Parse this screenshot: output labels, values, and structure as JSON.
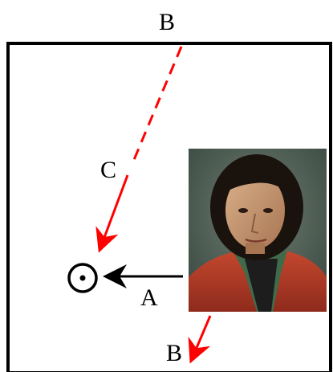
{
  "labels": {
    "top_b": "B",
    "c": "C",
    "a": "A",
    "bottom_b": "B"
  },
  "colors": {
    "frame": "#000000",
    "red_arrow": "#ff0000",
    "black_arrow": "#000000",
    "background": "#ffffff"
  },
  "portrait": {
    "description_icon": "portrait-painting-icon"
  },
  "target_symbol": "circled-dot-icon"
}
